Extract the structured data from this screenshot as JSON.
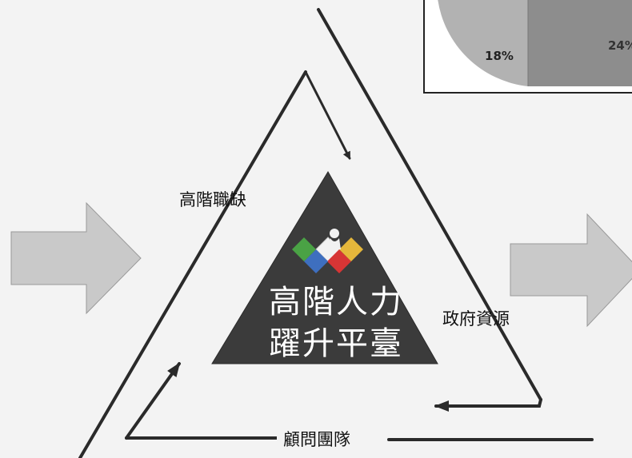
{
  "pie": {
    "slice_labels": [
      "18%",
      "24%"
    ]
  },
  "diagram": {
    "center_line1": "高階人力",
    "center_line2": "躍升平臺",
    "label_top": "高階職缺",
    "label_right": "政府資源",
    "label_bottom": "顧問團隊"
  },
  "colors": {
    "background": "#f3f3f3",
    "center_triangle": "#3b3b3b",
    "lines": "#2a2a2a",
    "side_arrows": "#c9c9c9"
  }
}
